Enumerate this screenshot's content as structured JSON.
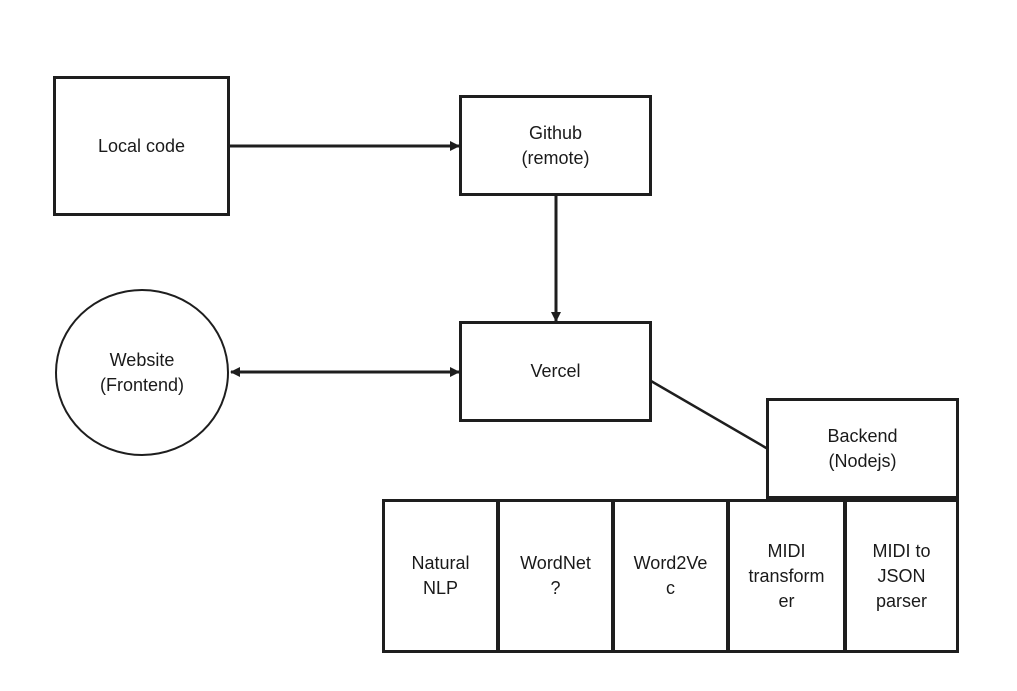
{
  "nodes": {
    "local_code": "Local code",
    "github": "Github\n(remote)",
    "vercel": "Vercel",
    "website": "Website\n(Frontend)",
    "backend": "Backend\n(Nodejs)"
  },
  "modules": [
    {
      "label": "Natural\nNLP"
    },
    {
      "label": "WordNet\n?"
    },
    {
      "label": "Word2Ve\nc"
    },
    {
      "label": "MIDI\ntransform\ner"
    },
    {
      "label": "MIDI to\nJSON\nparser"
    }
  ],
  "colors": {
    "stroke": "#1e1e1e",
    "background": "#ffffff"
  }
}
